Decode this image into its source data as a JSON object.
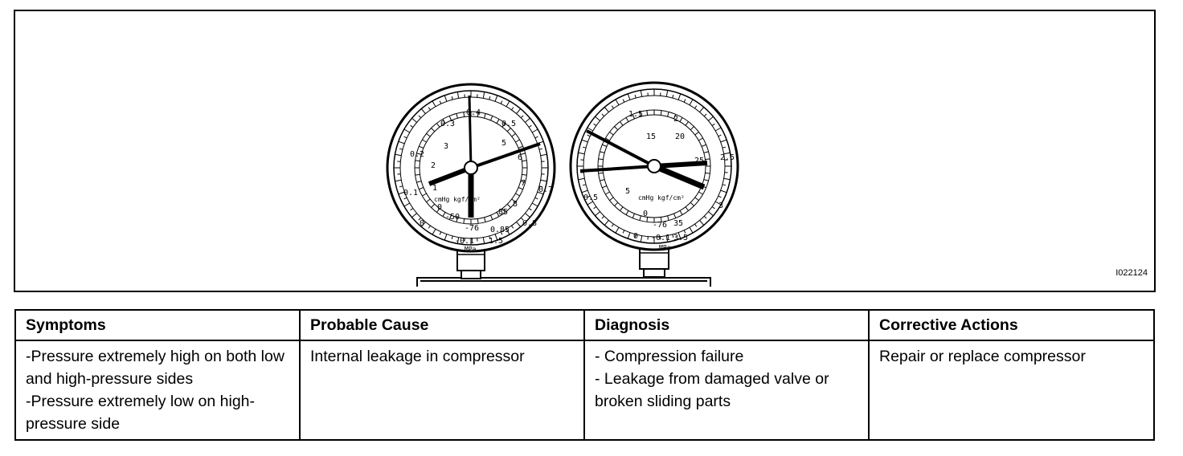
{
  "figure": {
    "id_label": "I022124",
    "left_gauge": {
      "outer_ticks": [
        "0.1",
        "0.2",
        "0.3",
        "0.4",
        "0.5",
        "0.6",
        "0.7",
        "0.8",
        "0.85",
        "0"
      ],
      "inner_ticks": [
        "1",
        "2",
        "3",
        "4",
        "5",
        "6",
        "7",
        "8"
      ],
      "inner_small": [
        "0",
        "-50",
        "-76",
        "85"
      ],
      "bottom_labels": [
        "-0.1",
        "1.5"
      ],
      "unit_inner": "cmHg  kgf/cm²",
      "unit_outer": "MPa"
    },
    "right_gauge": {
      "outer_ticks": [
        "0.5",
        "1.5",
        "2",
        "2.5",
        "3",
        "0"
      ],
      "inner_ticks": [
        "5",
        "15",
        "20",
        "25"
      ],
      "inner_small": [
        "0",
        "-76",
        "35"
      ],
      "bottom_labels": [
        "-0.1",
        "3.5"
      ],
      "unit_inner": "cmHg  kgf/cm²",
      "unit_outer": "MPa"
    }
  },
  "table": {
    "headers": [
      "Symptoms",
      "Probable Cause",
      "Diagnosis",
      "Corrective Actions"
    ],
    "rows": [
      {
        "symptoms": [
          "-Pressure extremely high on both low and high-pressure sides",
          "-Pressure extremely low on high-pressure side"
        ],
        "cause": "Internal leakage in compressor",
        "diagnosis": [
          "- Compression failure",
          "- Leakage from damaged valve or broken sliding parts"
        ],
        "action": "Repair or replace compressor"
      }
    ]
  }
}
